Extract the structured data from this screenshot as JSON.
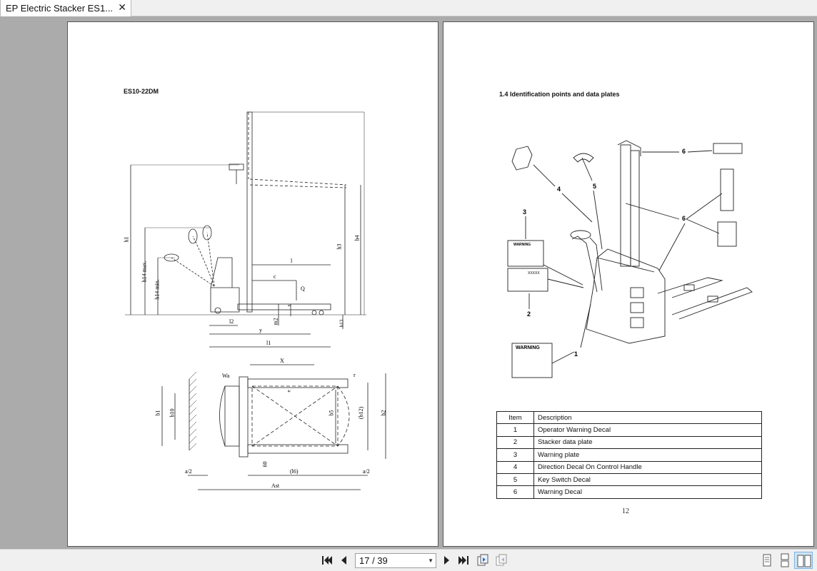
{
  "tab": {
    "title": "EP Electric Stacker ES1...",
    "close": "✕"
  },
  "left_page": {
    "model": "ES10-22DM",
    "dimensions": [
      "h1",
      "h14 max.",
      "h14 min.",
      "h3",
      "h4",
      "l",
      "c",
      "Q",
      "s",
      "l2",
      "m2",
      "y",
      "l1",
      "h13",
      "X",
      "e",
      "b1",
      "b10",
      "b5",
      "(b12)",
      "b2",
      "r",
      "Wa",
      "a/2",
      "60",
      "(l6)",
      "a/2",
      "Ast"
    ]
  },
  "right_page": {
    "heading": "1.4 Identification points and data plates",
    "callouts": [
      "4",
      "5",
      "6",
      "6",
      "3",
      "2",
      "1"
    ],
    "decals": {
      "warning": "WARNING",
      "data_plate": "XXXXX"
    },
    "table": {
      "headers": [
        "Item",
        "Description"
      ],
      "rows": [
        [
          "1",
          "Operator Warning Decal"
        ],
        [
          "2",
          "Stacker data plate"
        ],
        [
          "3",
          "Warning plate"
        ],
        [
          "4",
          "Direction Decal On Control Handle"
        ],
        [
          "5",
          "Key Switch Decal"
        ],
        [
          "6",
          "Warning Decal"
        ]
      ]
    },
    "page_number": "12"
  },
  "toolbar": {
    "page_indicator": "17 / 39",
    "icons": [
      "first-page-icon",
      "prev-page-icon",
      "next-page-icon",
      "last-page-icon",
      "back-icon",
      "forward-icon",
      "single-page-icon",
      "continuous-icon",
      "two-page-icon"
    ]
  }
}
